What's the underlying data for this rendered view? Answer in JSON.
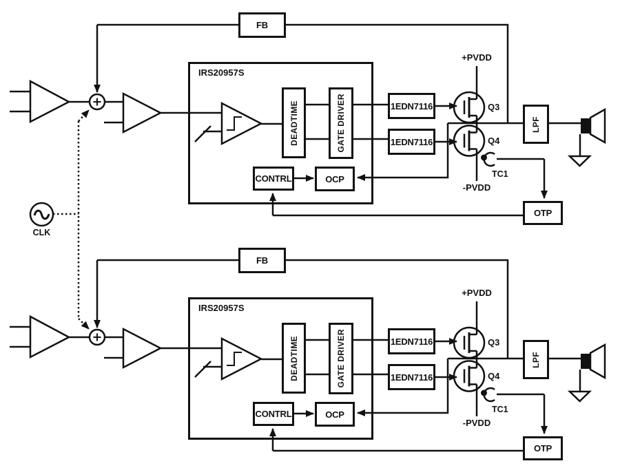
{
  "diagram": {
    "title_hint": "dual-channel class-D amplifier block diagram",
    "colors": {
      "line": "#111111",
      "background": "#ffffff"
    },
    "clock": {
      "label": "CLK"
    },
    "channel": {
      "feedback_label": "FB",
      "controller_ic": "IRS20957S",
      "deadtime_label": "DEADTIME",
      "gate_driver_label": "GATE DRIVER",
      "control_label": "CONTRL",
      "ocp_label": "OCP",
      "gate_driver_ic_high": "1EDN7116",
      "gate_driver_ic_low": "1EDN7116",
      "mosfet_high": "Q3",
      "mosfet_low": "Q4",
      "supply_positive": "+PVDD",
      "supply_negative": "-PVDD",
      "lpf_label": "LPF",
      "thermal_sensor": "TC1",
      "otp_label": "OTP"
    }
  }
}
